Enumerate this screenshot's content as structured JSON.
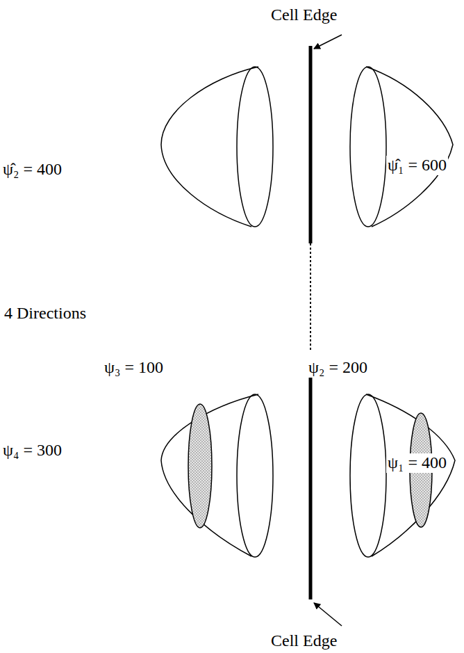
{
  "diagram": {
    "labels": [
      "Cell Edge",
      "ψ̂₂ = 400",
      "ψ̂₁ = 600",
      "4 Directions",
      "ψ₃ = 100",
      "ψ₂ = 200",
      "ψ₄ = 300",
      "ψ₁ = 400",
      "Cell Edge"
    ]
  }
}
